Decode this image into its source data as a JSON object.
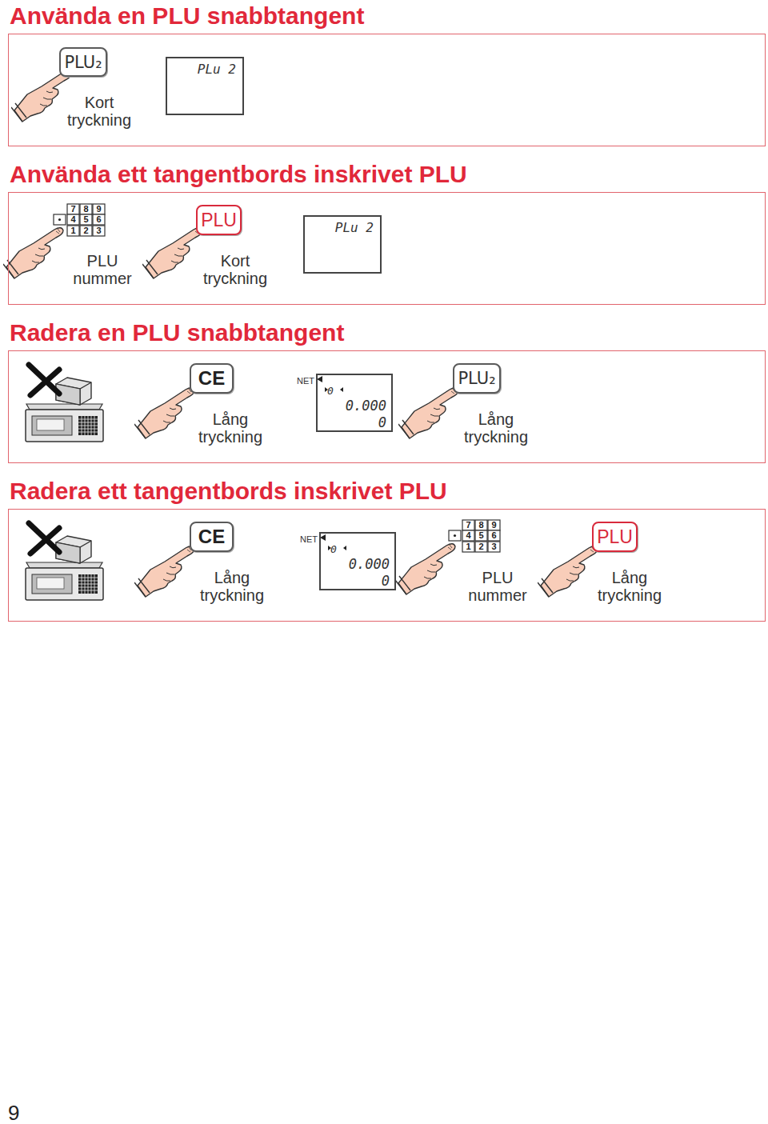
{
  "diagram": {
    "nodes": [
      {
        "text": [
          "Använda en PLU snabbtangent"
        ]
      },
      {
        "text": [
          "PLU₂"
        ],
        "in": 0
      },
      {
        "text": [
          "PLu 2"
        ],
        "in": 0
      },
      {
        "text": [
          "Använda ett tangentbords inskrivet PLU"
        ]
      },
      {
        "text": [
          "PLU"
        ],
        "in": 3
      },
      {
        "text": [
          "PLu 2"
        ],
        "in": 3
      },
      {
        "text": [
          "Radera en PLU snabbtangent"
        ]
      },
      {
        "text": [
          "CE"
        ],
        "in": 6
      },
      {
        "text": [
          "NET",
          "0",
          "0.000",
          "0"
        ],
        "in": 6
      },
      {
        "text": [
          "PLU₂"
        ],
        "in": 6
      },
      {
        "text": [
          "Radera ett tangentbords inskrivet PLU"
        ]
      },
      {
        "text": [
          "CE"
        ],
        "in": 10
      },
      {
        "text": [
          "NET",
          "0",
          "0.000",
          "0"
        ],
        "in": 10
      },
      {
        "text": [
          "PLU"
        ],
        "in": 10
      }
    ],
    "labels": [
      "Kort tryckning",
      "7",
      "8",
      "9",
      "4",
      "5",
      "6",
      "1",
      "2",
      "3",
      "PLU nummer",
      "Kort tryckning",
      "Lång tryckning",
      "Lång tryckning",
      "Lång tryckning",
      "7",
      "8",
      "9",
      "4",
      "5",
      "6",
      "1",
      "2",
      "3",
      "PLU nummer",
      "Lång tryckning",
      "9"
    ]
  }
}
